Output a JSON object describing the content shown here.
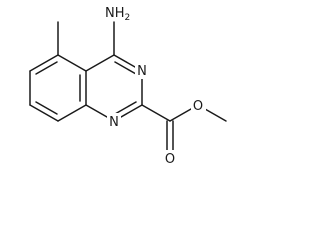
{
  "molecule": {
    "labels": {
      "amine_n": "NH",
      "amine_sub": "2",
      "ring_n3": "N",
      "ring_n1": "N",
      "carbonyl_o": "O",
      "ester_o": "O"
    }
  }
}
